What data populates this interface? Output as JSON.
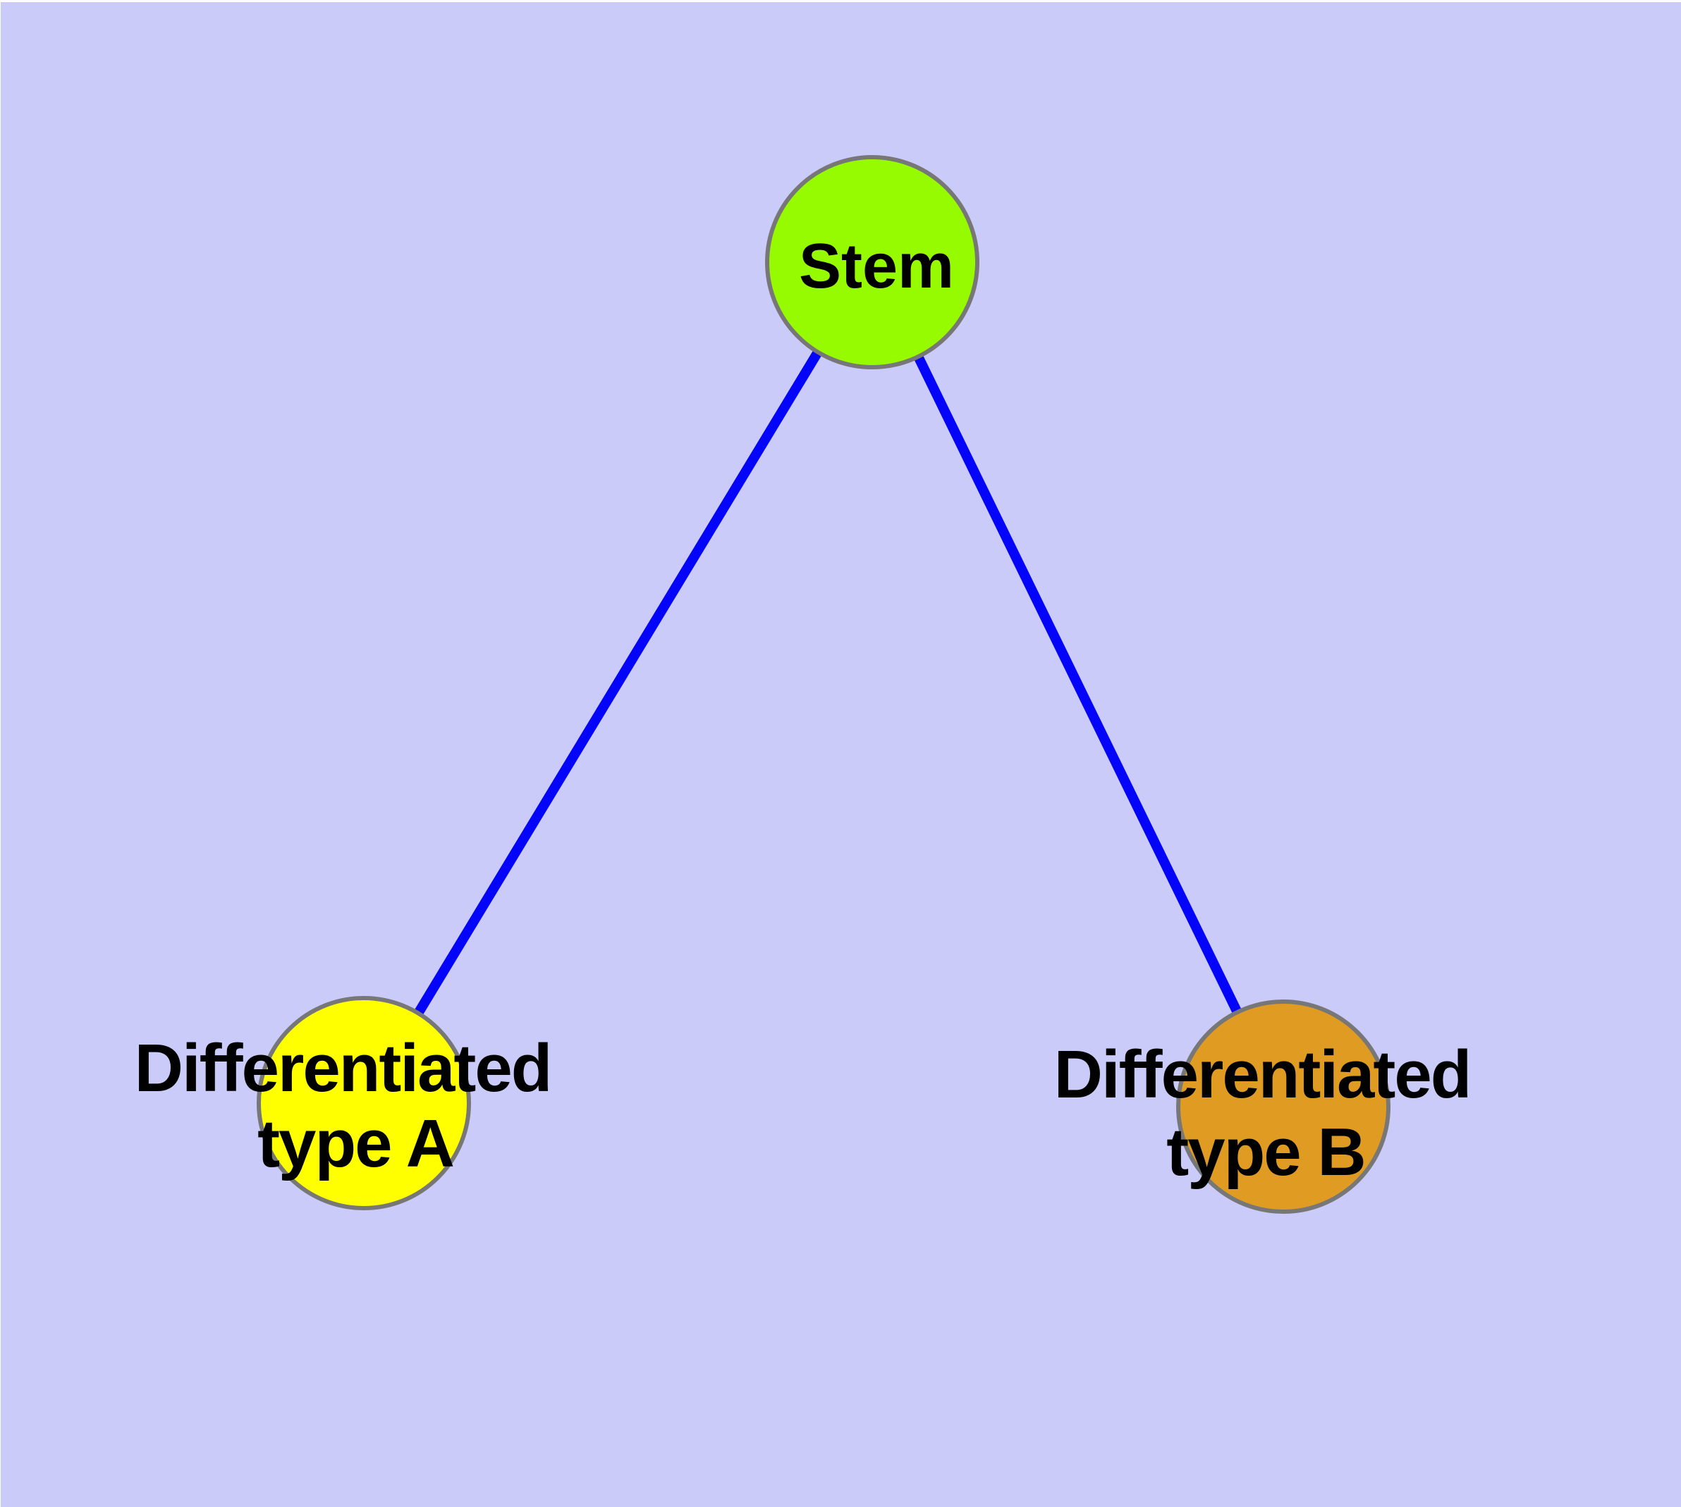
{
  "diagram": {
    "type": "node-link-graph",
    "background_color": "#CACBF8",
    "page_margin_color": "#FFFFFF",
    "label_color": "#000000",
    "nodes": [
      {
        "id": "stem",
        "label": "Stem",
        "fill": "#97FB00",
        "border": "#777777"
      },
      {
        "id": "differentiated-type-a",
        "label_line1": "Differentiated",
        "label_line2": "type A",
        "fill": "#FFFF00",
        "border": "#777777"
      },
      {
        "id": "differentiated-type-b",
        "label_line1": "Differentiated",
        "label_line2": "type B",
        "fill": "#E09B23",
        "border": "#777777"
      }
    ],
    "edges": [
      {
        "from": "stem",
        "to": "differentiated-type-a",
        "color": "#0404FA"
      },
      {
        "from": "stem",
        "to": "differentiated-type-b",
        "color": "#0404FA"
      }
    ]
  }
}
